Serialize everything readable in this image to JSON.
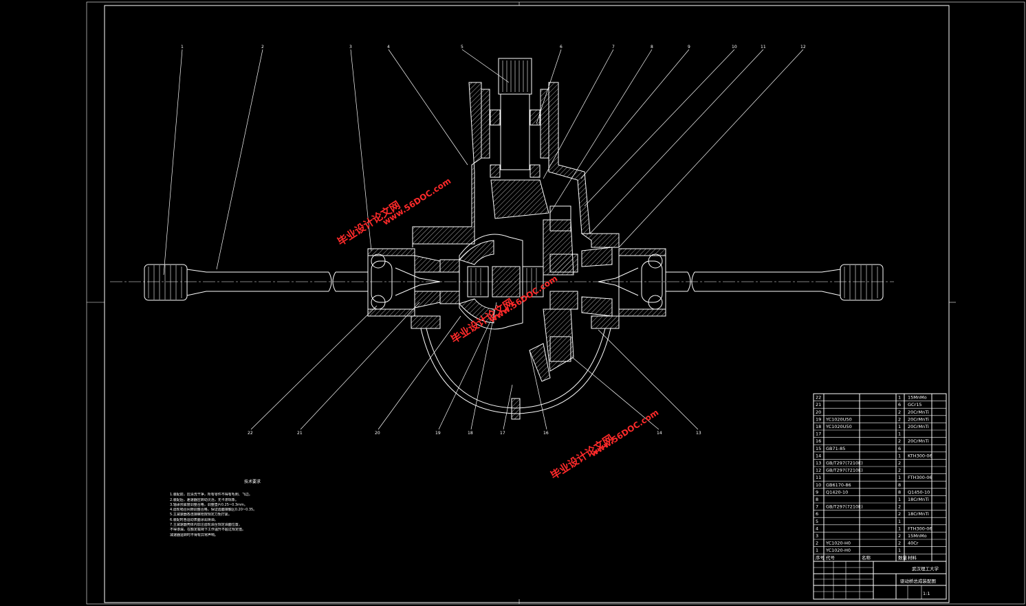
{
  "callouts_top": [
    "1",
    "2",
    "3",
    "4",
    "5",
    "6",
    "7",
    "8",
    "9",
    "10",
    "11",
    "12"
  ],
  "callouts_bottom": [
    "22",
    "21",
    "20",
    "19",
    "18",
    "17",
    "16",
    "14",
    "13"
  ],
  "notes": {
    "title": "技术要求",
    "lines": [
      "1.装配前，应清洗干净，所有零件不得有毛刺、飞边。",
      "2.装配后，差速器应转动灵活，无卡滞现象。",
      "3.轴承预紧度调整合格，调整垫片0.25~0.3mm。",
      "4.齿轮啮合间隙调整合格，保证齿面接触区0.20~0.35。",
      "5.主减速器各连接螺栓按规定力矩拧紧。",
      "6.装配时各运动表面涂润滑油。",
      "7.主减速器壳体内加注齿轮油至规定油面位置，",
      "不得渗漏，在额定载荷下工作温升不超过规定值。",
      "减速器运转时不得有异常声响。"
    ]
  },
  "watermarks": [
    {
      "text": "毕业设计论文网"
    },
    {
      "text": "www.56DOC.com"
    }
  ],
  "bom": {
    "rows": [
      {
        "no": "22",
        "code": "",
        "name": "",
        "qty": "1",
        "mat": "15MnMo"
      },
      {
        "no": "21",
        "code": "",
        "name": "",
        "qty": "6",
        "mat": "GCr15"
      },
      {
        "no": "20",
        "code": "",
        "name": "",
        "qty": "2",
        "mat": "20CrMnTi"
      },
      {
        "no": "19",
        "code": "YC1020U50",
        "name": "",
        "qty": "2",
        "mat": "20CrMnTi"
      },
      {
        "no": "18",
        "code": "YC1020U50",
        "name": "",
        "qty": "1",
        "mat": "20CrMnTi"
      },
      {
        "no": "17",
        "code": "",
        "name": "",
        "qty": "1",
        "mat": ""
      },
      {
        "no": "16",
        "code": "",
        "name": "",
        "qty": "2",
        "mat": "20CrMnTi"
      },
      {
        "no": "15",
        "code": "GB71-85",
        "name": "",
        "qty": "6",
        "mat": ""
      },
      {
        "no": "14",
        "code": "",
        "name": "",
        "qty": "1",
        "mat": "KTH300-06"
      },
      {
        "no": "13",
        "code": "GB/T297(7210E)",
        "name": "",
        "qty": "2",
        "mat": ""
      },
      {
        "no": "12",
        "code": "GB/T297(7210E)",
        "name": "",
        "qty": "2",
        "mat": ""
      },
      {
        "no": "11",
        "code": "",
        "name": "",
        "qty": "1",
        "mat": "FTH300-06"
      },
      {
        "no": "10",
        "code": "GB6170-86",
        "name": "",
        "qty": "8",
        "mat": ""
      },
      {
        "no": "9",
        "code": "Q1420-10",
        "name": "",
        "qty": "8",
        "mat": "Q1450-10"
      },
      {
        "no": "8",
        "code": "",
        "name": "",
        "qty": "1",
        "mat": "18CrMnTi"
      },
      {
        "no": "7",
        "code": "GB/T297(7210E)",
        "name": "",
        "qty": "2",
        "mat": ""
      },
      {
        "no": "6",
        "code": "",
        "name": "",
        "qty": "2",
        "mat": "18CrMnTi"
      },
      {
        "no": "5",
        "code": "",
        "name": "",
        "qty": "1",
        "mat": ""
      },
      {
        "no": "4",
        "code": "",
        "name": "",
        "qty": "1",
        "mat": "FTH300-06"
      },
      {
        "no": "3",
        "code": "",
        "name": "",
        "qty": "2",
        "mat": "15MnMo"
      },
      {
        "no": "2",
        "code": "YC1020-H0",
        "name": "",
        "qty": "2",
        "mat": "40Cr"
      },
      {
        "no": "1",
        "code": "YC1020-H0",
        "name": "",
        "qty": "1",
        "mat": ""
      }
    ],
    "header": {
      "no": "序号",
      "code": "代号",
      "name": "名称",
      "qty": "数量",
      "mat": "材料"
    }
  },
  "title_block": {
    "school": "武汉理工大学",
    "drawing_name": "驱动桥总成装配图",
    "scale": "1:1"
  }
}
